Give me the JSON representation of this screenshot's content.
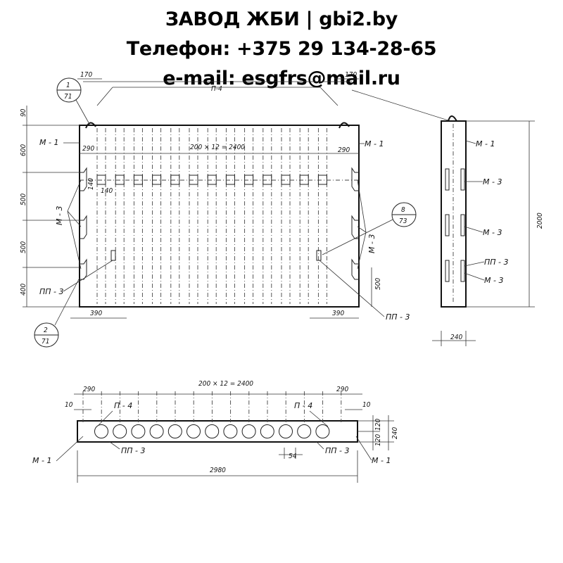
{
  "header": {
    "line1": "ЗАВОД ЖБИ | gbi2.by",
    "line2": "Телефон: +375 29 134-28-65",
    "line3": "e-mail: esgfrs@mail.ru"
  },
  "front_view": {
    "top_dims": [
      "170",
      "170"
    ],
    "top_label": "П-4",
    "inner_dims": [
      "290",
      "200 × 12 = 2400",
      "290"
    ],
    "left_dims": [
      "90",
      "600",
      "500",
      "500",
      "400"
    ],
    "small_dims": [
      "140",
      "140"
    ],
    "bottom_dims": [
      "390",
      "390"
    ],
    "right_dim": "500",
    "labels": {
      "m1_left": "М - 1",
      "m1_right": "М - 1",
      "m3_left": "М - 3",
      "m3_right": "М - 3",
      "pp3_left": "ПП - 3",
      "pp3_right": "ПП - 3"
    },
    "callouts": [
      {
        "top": "1",
        "bottom": "71"
      },
      {
        "top": "2",
        "bottom": "71"
      },
      {
        "top": "8",
        "bottom": "73"
      }
    ]
  },
  "side_view": {
    "height_dim": "2000",
    "width_dim": "240",
    "labels": [
      "М - 1",
      "М - 3",
      "М - 3",
      "ПП - 3",
      "М - 3"
    ]
  },
  "plan_view": {
    "top_dims": [
      "290",
      "200 × 12 = 2400",
      "290"
    ],
    "left_small": "10",
    "right_small": "10",
    "right_dims": [
      "120",
      "120",
      "240"
    ],
    "hole_dim": "54",
    "length_dim": "2980",
    "labels": {
      "p4_left": "П - 4",
      "p4_right": "П - 4",
      "pp3_left": "ПП - 3",
      "pp3_right": "ПП - 3",
      "m1_left": "М - 1",
      "m1_right": "М - 1"
    }
  }
}
